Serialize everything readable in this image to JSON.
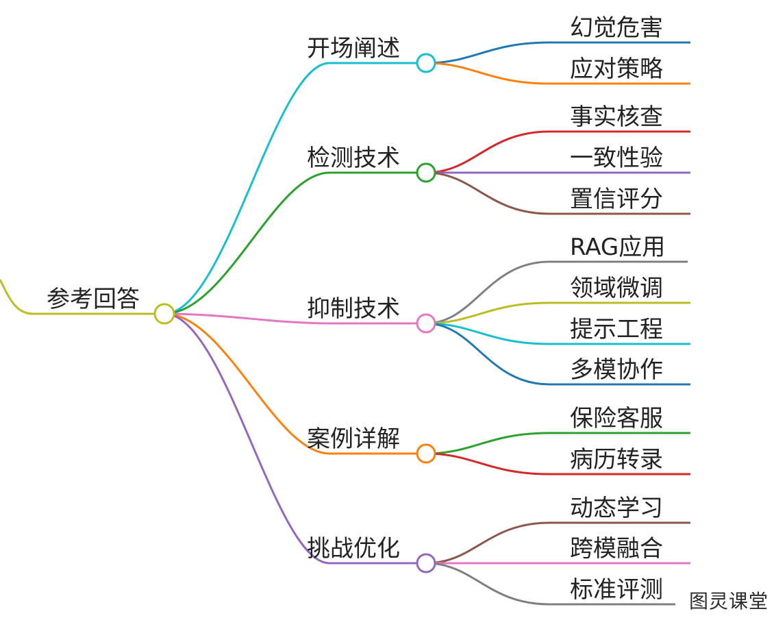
{
  "root": {
    "label": "参考回答",
    "color": "#bcbd22"
  },
  "branches": [
    {
      "label": "开场阐述",
      "color": "#17becf",
      "leaves": [
        {
          "label": "幻觉危害",
          "color": "#1f77b4"
        },
        {
          "label": "应对策略",
          "color": "#ff7f0e"
        }
      ]
    },
    {
      "label": "检测技术",
      "color": "#2ca02c",
      "leaves": [
        {
          "label": "事实核查",
          "color": "#d62728"
        },
        {
          "label": "一致性验",
          "color": "#9467bd"
        },
        {
          "label": "置信评分",
          "color": "#8c564b"
        }
      ]
    },
    {
      "label": "抑制技术",
      "color": "#e377c2",
      "leaves": [
        {
          "label": "RAG应用",
          "color": "#7f7f7f"
        },
        {
          "label": "领域微调",
          "color": "#bcbd22"
        },
        {
          "label": "提示工程",
          "color": "#17becf"
        },
        {
          "label": "多模协作",
          "color": "#1f77b4"
        }
      ]
    },
    {
      "label": "案例详解",
      "color": "#ff7f0e",
      "leaves": [
        {
          "label": "保险客服",
          "color": "#2ca02c"
        },
        {
          "label": "病历转录",
          "color": "#d62728"
        }
      ]
    },
    {
      "label": "挑战优化",
      "color": "#9467bd",
      "leaves": [
        {
          "label": "动态学习",
          "color": "#8c564b"
        },
        {
          "label": "跨模融合",
          "color": "#e377c2"
        },
        {
          "label": "标准评测",
          "color": "#7f7f7f"
        }
      ]
    }
  ],
  "watermark": "图灵课堂"
}
